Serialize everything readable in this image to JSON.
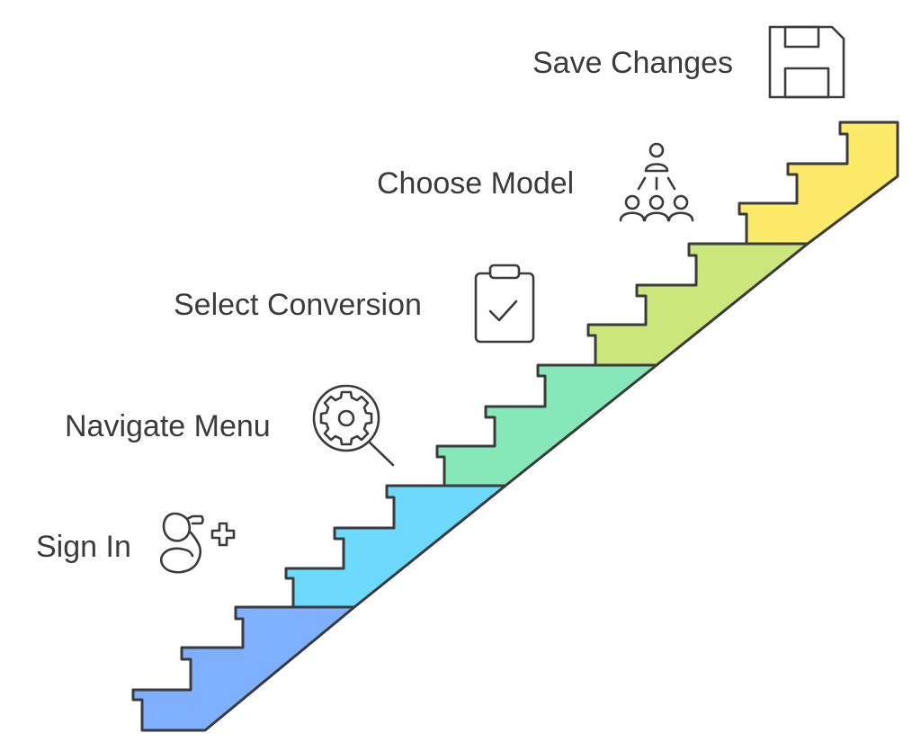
{
  "diagram": {
    "steps": [
      {
        "label": "Sign In",
        "icon": "google-plus-icon",
        "color": "#7eb0ff"
      },
      {
        "label": "Navigate Menu",
        "icon": "gear-search-icon",
        "color": "#6dd9fd"
      },
      {
        "label": "Select Conversion",
        "icon": "clipboard-check-icon",
        "color": "#86e8b8"
      },
      {
        "label": "Choose Model",
        "icon": "presenter-group-icon",
        "color": "#cbe77c"
      },
      {
        "label": "Save Changes",
        "icon": "floppy-disk-icon",
        "color": "#fdea68"
      }
    ],
    "outline_color": "#3b3b3b",
    "text_color": "#3b3b3b"
  }
}
